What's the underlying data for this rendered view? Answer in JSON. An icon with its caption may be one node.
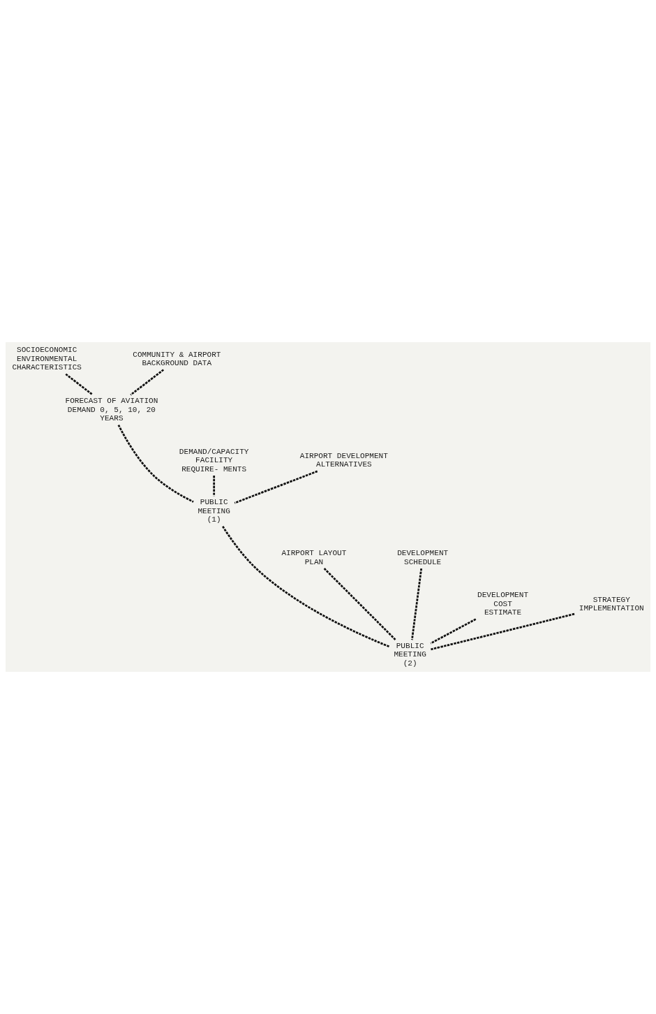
{
  "diagram": {
    "nodes": [
      {
        "text": [
          "SOCIOECONOMIC ENVIRONMENTAL CHARACTERISTICS"
        ]
      },
      {
        "text": [
          "COMMUNITY & AIRPORT BACKGROUND DATA"
        ]
      },
      {
        "text": [
          "FORECAST OF AVIATION DEMAND 0, 5, 10, 20 YEARS"
        ]
      },
      {
        "text": [
          "DEMAND/CAPACITY FACILITY REQUIRE- MENTS"
        ]
      },
      {
        "text": [
          "AIRPORT DEVELOPMENT ALTERNATIVES"
        ]
      },
      {
        "text": [
          "PUBLIC MEETING (1)"
        ]
      },
      {
        "text": [
          "AIRPORT LAYOUT PLAN"
        ]
      },
      {
        "text": [
          "DEVELOPMENT SCHEDULE"
        ]
      },
      {
        "text": [
          "DEVELOPMENT COST ESTIMATE"
        ]
      },
      {
        "text": [
          "STRATEGY IMPLEMENTATION"
        ]
      },
      {
        "text": [
          "PUBLIC MEETING (2)"
        ]
      }
    ],
    "edges": [
      {
        "from": 0,
        "to": 2,
        "arrow": "none",
        "style": "dashed"
      },
      {
        "from": 1,
        "to": 2,
        "arrow": "none",
        "style": "dashed"
      },
      {
        "from": 2,
        "to": 5,
        "arrow": "none",
        "style": "dashed"
      },
      {
        "from": 3,
        "to": 5,
        "arrow": "none",
        "style": "dashed"
      },
      {
        "from": 4,
        "to": 5,
        "arrow": "none",
        "style": "dashed"
      },
      {
        "from": 5,
        "to": 10,
        "arrow": "none",
        "style": "dashed"
      },
      {
        "from": 6,
        "to": 10,
        "arrow": "none",
        "style": "dashed"
      },
      {
        "from": 7,
        "to": 10,
        "arrow": "none",
        "style": "dashed"
      },
      {
        "from": 8,
        "to": 10,
        "arrow": "none",
        "style": "dashed"
      },
      {
        "from": 9,
        "to": 10,
        "arrow": "none",
        "style": "dashed"
      }
    ]
  }
}
